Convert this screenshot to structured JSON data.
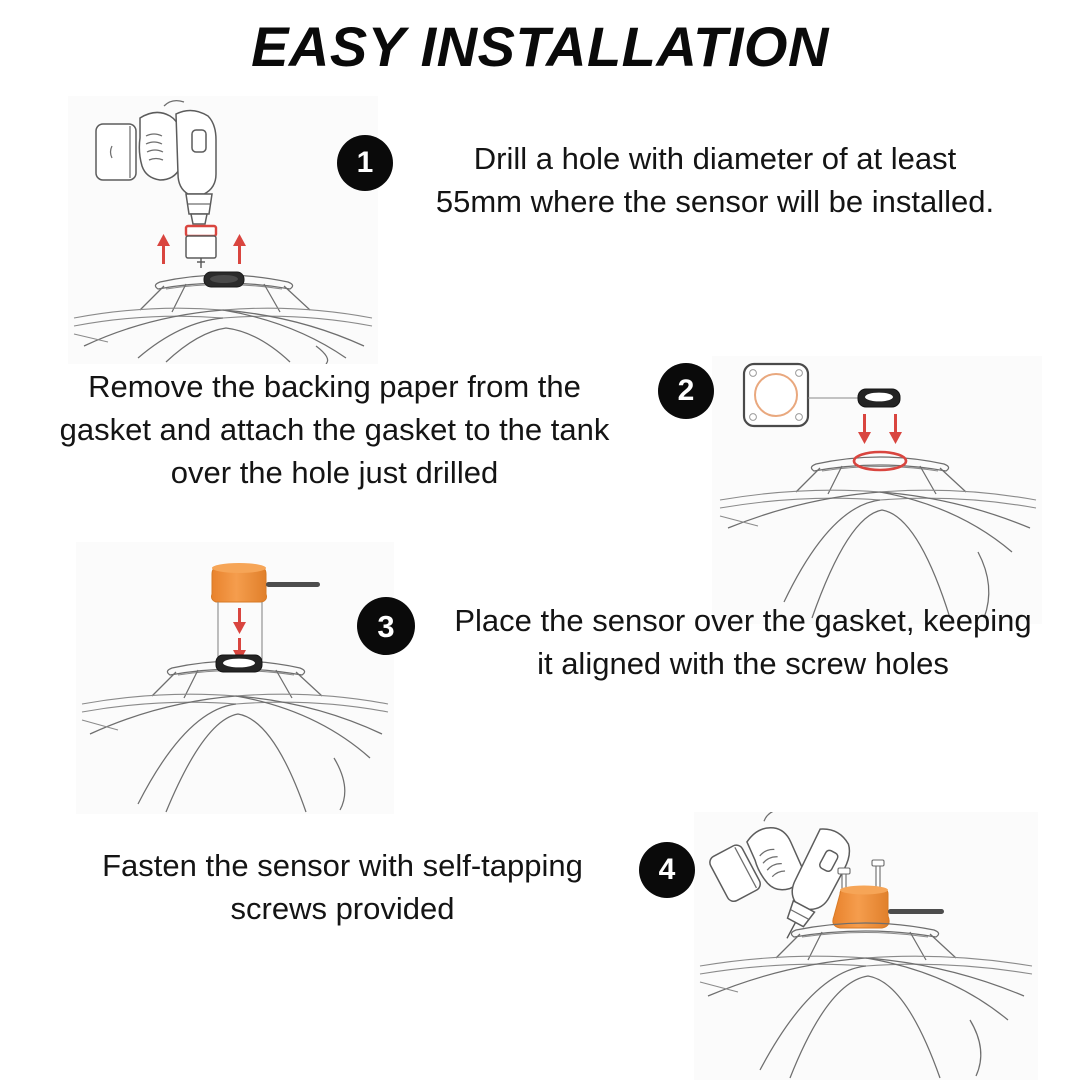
{
  "title": "EASY INSTALLATION",
  "steps": [
    {
      "number": "1",
      "text": "Drill a hole with diameter of at least\n55mm where the sensor will be installed.",
      "illustration": "drill-hole-saw-on-tank"
    },
    {
      "number": "2",
      "text": "Remove the backing paper from the\ngasket and attach the gasket to the tank\nover the hole just drilled",
      "illustration": "gasket-onto-drilled-hole"
    },
    {
      "number": "3",
      "text": "Place the sensor over the gasket, keeping\nit aligned with the screw holes",
      "illustration": "sensor-lowered-onto-gasket"
    },
    {
      "number": "4",
      "text": "Fasten the sensor with self-tapping\nscrews provided",
      "illustration": "drill-fastening-screws"
    }
  ],
  "colors": {
    "background": "#ffffff",
    "panel": "#fbfbfb",
    "text": "#141414",
    "badge_background": "#0a0a0a",
    "badge_text": "#ffffff",
    "accent_red": "#d9453f",
    "sensor_orange": "#ef8f35",
    "gasket_ring": "#e9a87e",
    "line_art": "#6e6e6e"
  }
}
